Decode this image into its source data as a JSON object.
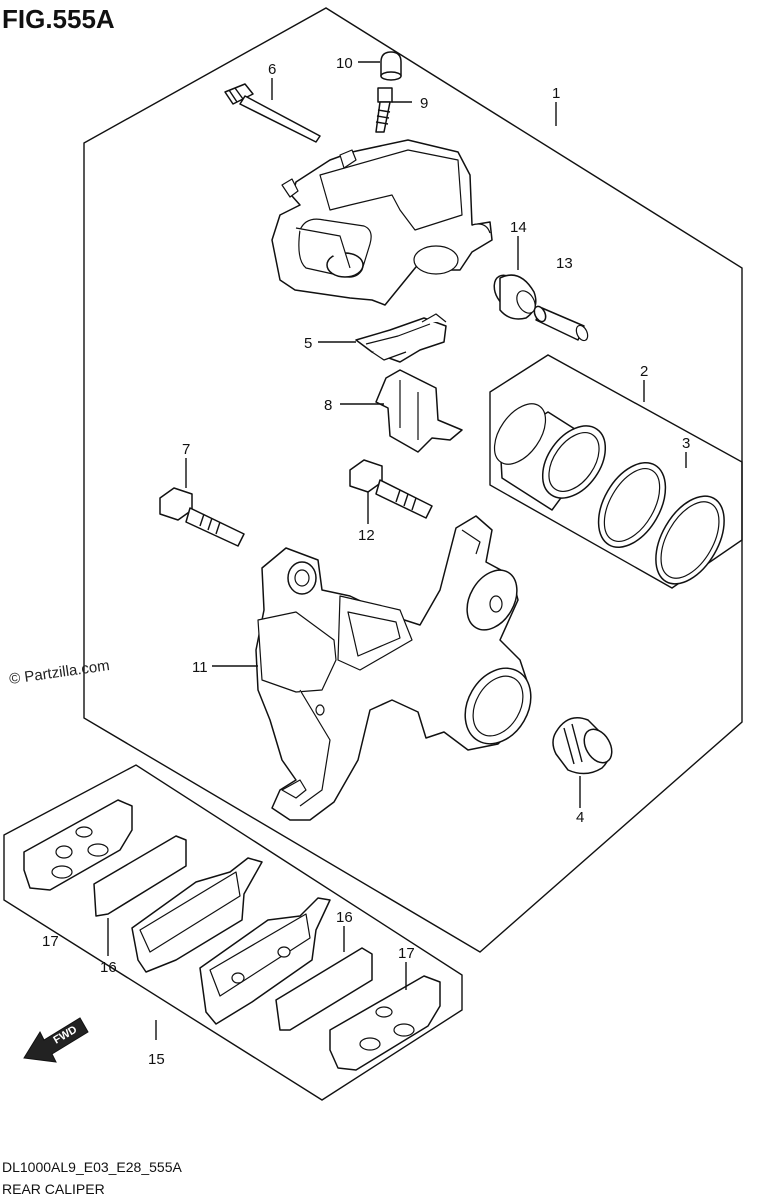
{
  "figure_title": "FIG.555A",
  "copyright": "© Partzilla.com",
  "footer": {
    "model_code": "DL1000AL9_E03_E28_555A",
    "caption": "REAR CALIPER"
  },
  "fwd_label": "FWD",
  "callouts": {
    "c1": "1",
    "c2": "2",
    "c3": "3",
    "c4": "4",
    "c5": "5",
    "c6": "6",
    "c7": "7",
    "c8": "8",
    "c9": "9",
    "c10": "10",
    "c11": "11",
    "c12": "12",
    "c13": "13",
    "c14": "14",
    "c15": "15",
    "c16a": "16",
    "c16b": "16",
    "c17a": "17",
    "c17b": "17"
  }
}
